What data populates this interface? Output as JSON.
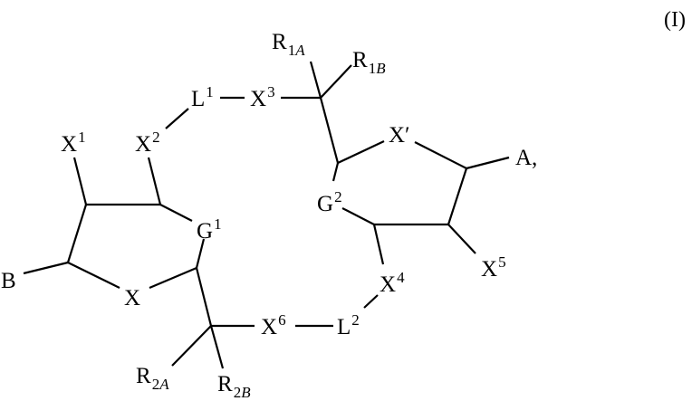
{
  "formula_label": "(I)",
  "labels": {
    "X1": {
      "base": "X",
      "sup": "1"
    },
    "X2": {
      "base": "X",
      "sup": "2"
    },
    "L1": {
      "base": "L",
      "sup": "1"
    },
    "X3": {
      "base": "X",
      "sup": "3"
    },
    "R1A": {
      "base": "R",
      "sub_num": "1",
      "sub_it": "A"
    },
    "R1B": {
      "base": "R",
      "sub_num": "1",
      "sub_it": "B"
    },
    "Xprime": {
      "base": "X′"
    },
    "A": {
      "base": "A,"
    },
    "G1": {
      "base": "G",
      "sup": "1"
    },
    "G2": {
      "base": "G",
      "sup": "2"
    },
    "B": {
      "base": "B"
    },
    "X": {
      "base": "X"
    },
    "X4": {
      "base": "X",
      "sup": "4"
    },
    "X5": {
      "base": "X",
      "sup": "5"
    },
    "X6": {
      "base": "X",
      "sup": "6"
    },
    "L2": {
      "base": "L",
      "sup": "2"
    },
    "R2A": {
      "base": "R",
      "sub_num": "2",
      "sub_it": "A"
    },
    "R2B": {
      "base": "R",
      "sub_num": "2",
      "sub_it": "B"
    }
  },
  "colors": {
    "line": "#000000",
    "background": "#ffffff"
  }
}
